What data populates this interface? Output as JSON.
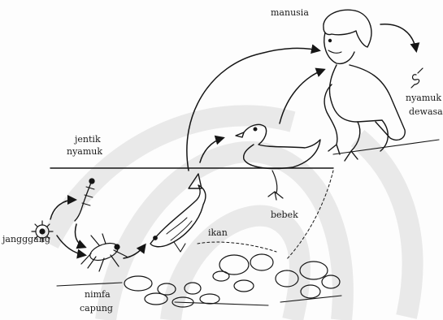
{
  "labels": {
    "human": "manusia",
    "adult_mosquito_line1": "nyamuk",
    "adult_mosquito_line2": "dewasa",
    "larva_line1": "jentik",
    "larva_line2": "nyamuk",
    "fish": "ikan",
    "duck": "bebek",
    "water_fungus": "jangggang",
    "dragonfly_nymph_line1": "nimfa",
    "dragonfly_nymph_line2": "capung"
  },
  "colors": {
    "ink": "#151515",
    "watermark": "#d9d9d9",
    "background": "#fdfdfd"
  }
}
